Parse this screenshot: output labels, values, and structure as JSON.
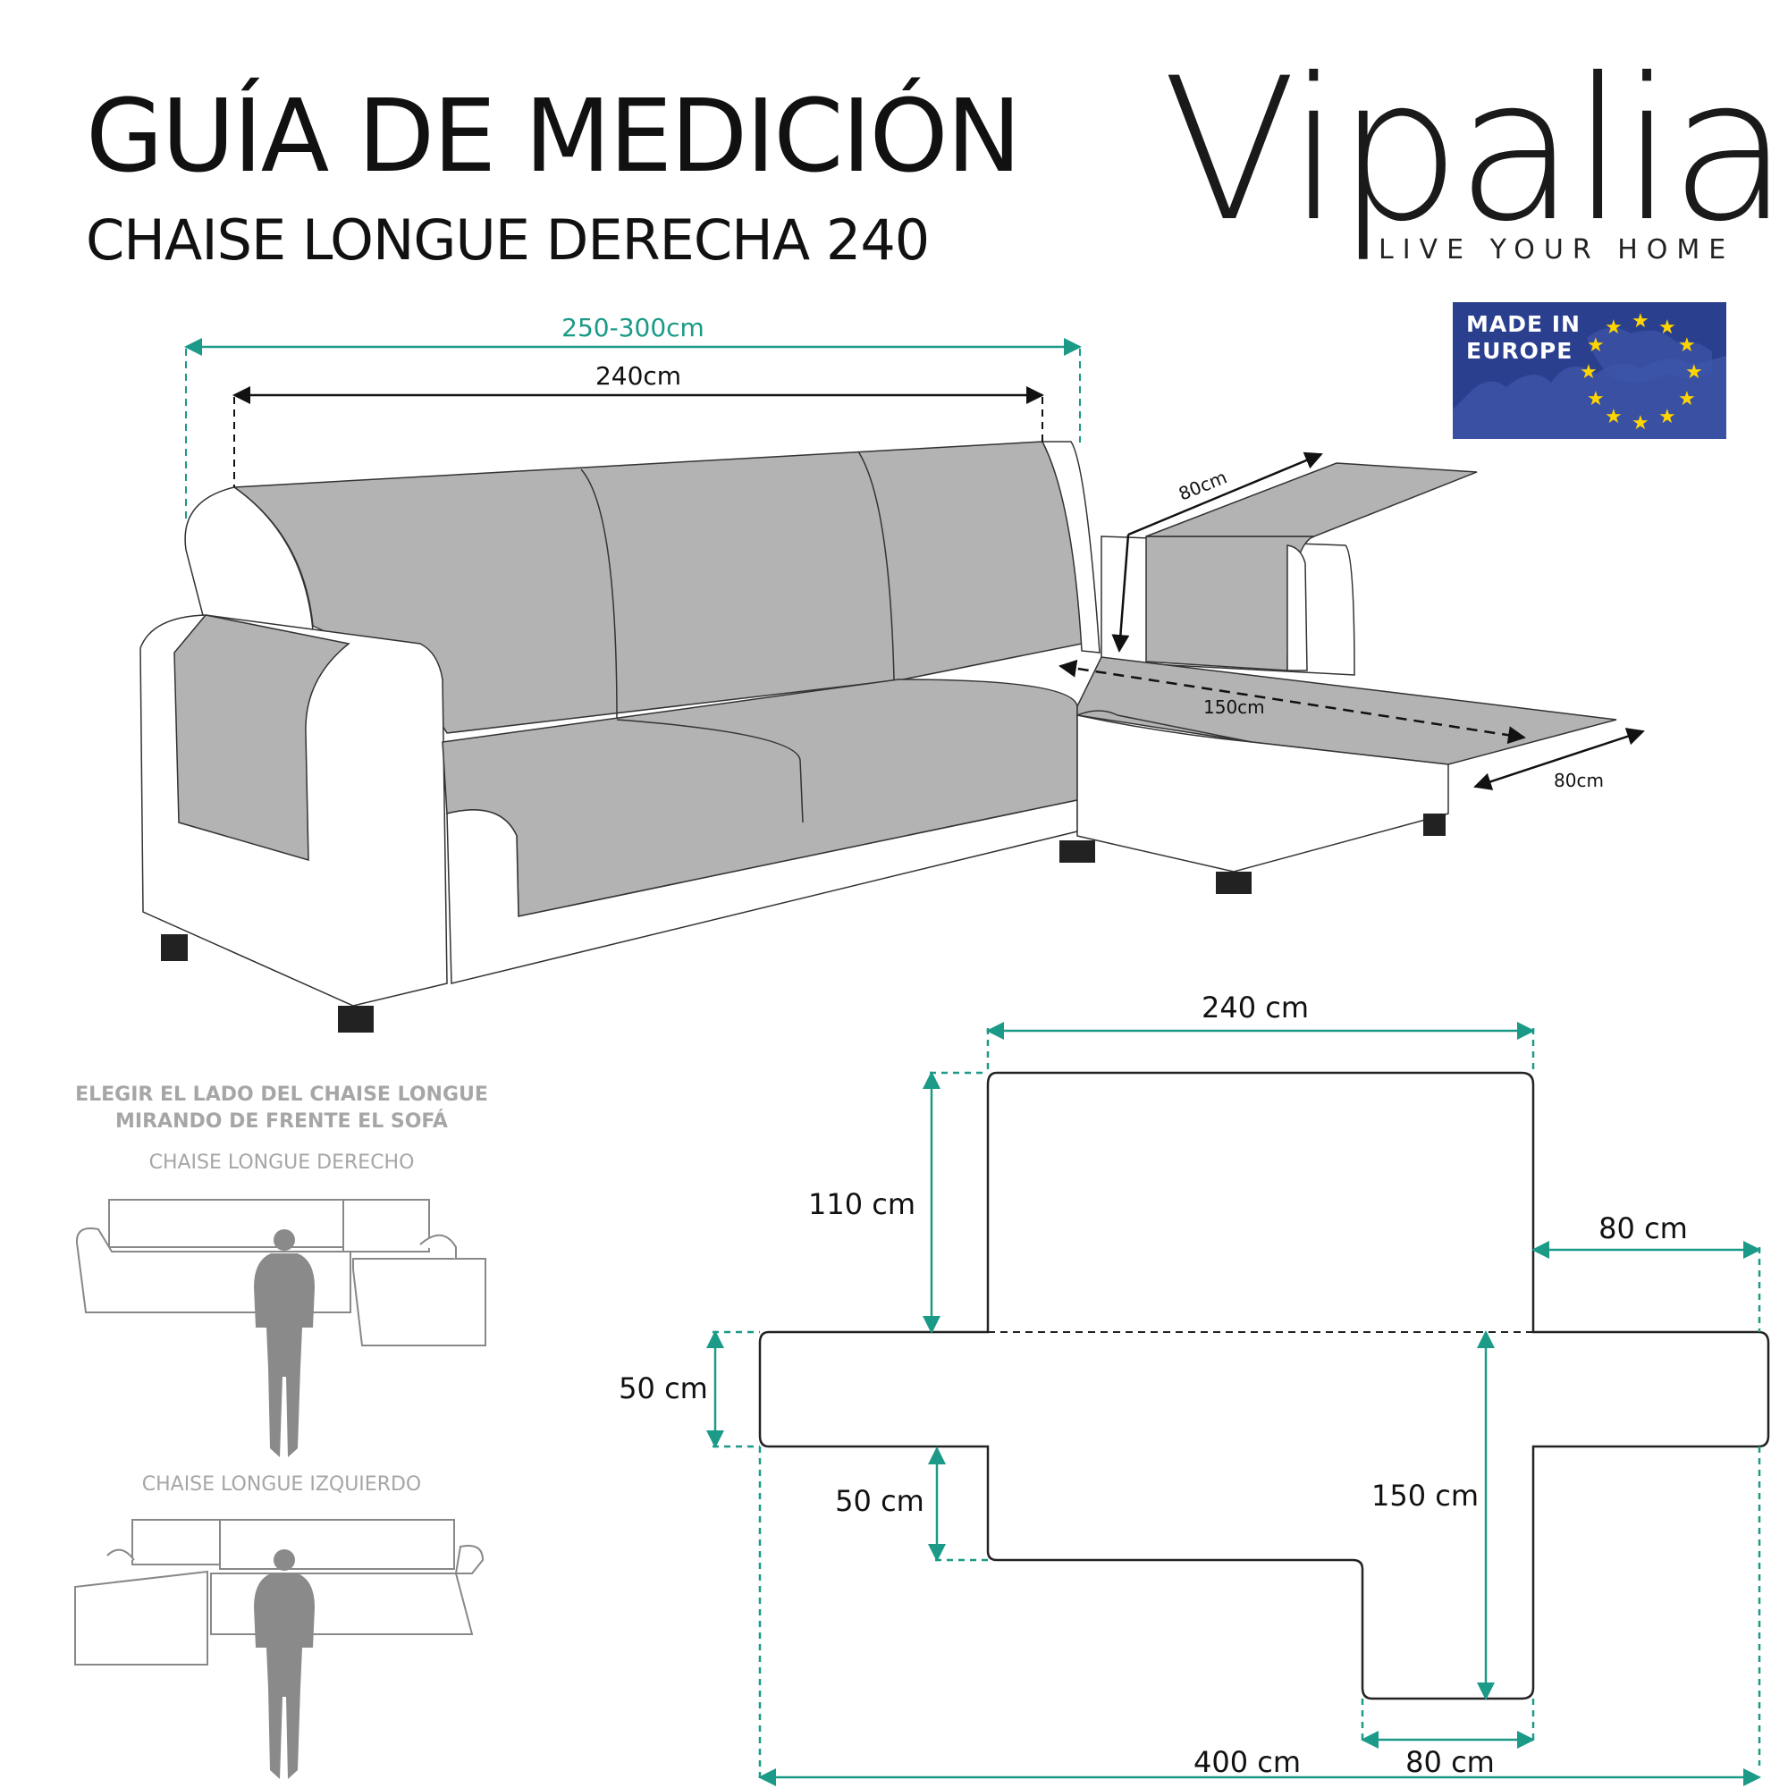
{
  "header": {
    "title": "GUÍA DE MEDICIÓN",
    "subtitle": "CHAISE LONGUE DERECHA 240"
  },
  "brand": {
    "name": "Vipalia",
    "tagline": "LIVE YOUR HOME"
  },
  "badge": {
    "line1": "MADE IN",
    "line2": "EUROPE"
  },
  "sofa_dimensions": {
    "range": "250-300cm",
    "width": "240cm",
    "back_depth": "80cm",
    "chaise_length": "150cm",
    "chaise_width": "80cm"
  },
  "side_guide": {
    "instruction_line1": "ELEGIR EL LADO DEL CHAISE LONGUE",
    "instruction_line2": "MIRANDO DE FRENTE EL SOFÁ",
    "right_label": "CHAISE LONGUE DERECHO",
    "left_label": "CHAISE LONGUE IZQUIERDO"
  },
  "pattern_dimensions": {
    "top_width": "240 cm",
    "back_height": "110 cm",
    "arm_width": "80 cm",
    "arm_height": "50 cm",
    "seat_front": "50 cm",
    "chaise_length": "150 cm",
    "total_width": "400 cm",
    "chaise_width": "80 cm"
  },
  "colors": {
    "accent": "#1a9a87",
    "cover_grey": "#b3b3b3",
    "line_dark": "#222222",
    "eu_blue": "#2b3f8f",
    "eu_star": "#ffd500"
  }
}
